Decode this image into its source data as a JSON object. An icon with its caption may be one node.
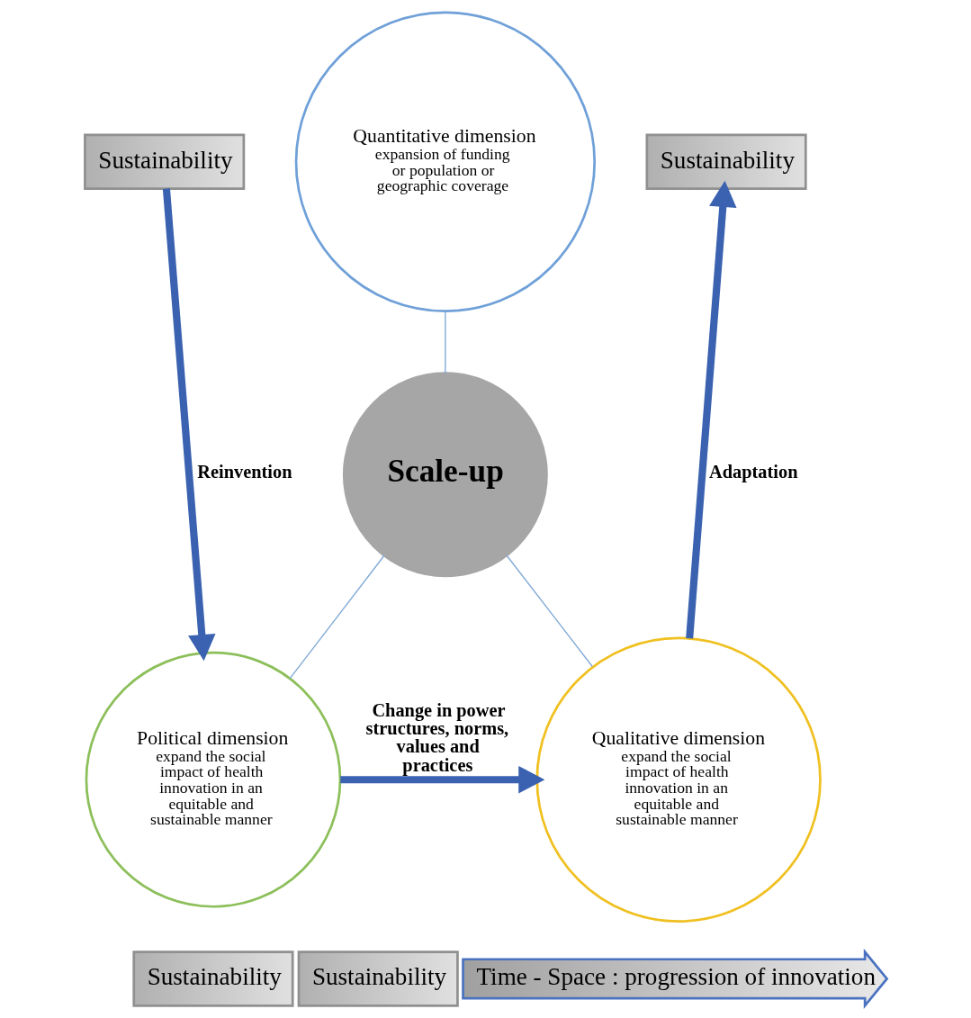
{
  "diagram": {
    "nodes": [
      {
        "text": [
          "Sustainability"
        ]
      },
      {
        "text": [
          "Quantitative dimension",
          "expansion of funding or population or geographic coverage"
        ]
      },
      {
        "text": [
          "Sustainability"
        ]
      },
      {
        "text": [
          "Scale-up"
        ]
      },
      {
        "text": [
          "Political dimension",
          "expand the social impact of health innovation in an equitable and sustainable manner"
        ]
      },
      {
        "text": [
          "Qualitative dimension",
          "expand the social impact of health innovation in an equitable and sustainable manner"
        ]
      },
      {
        "text": [
          "Sustainability"
        ]
      },
      {
        "text": [
          "Sustainability"
        ]
      },
      {
        "text": [
          "Time - Space : progression of innovation"
        ]
      }
    ],
    "edges": [
      {
        "from": 0,
        "to": 4,
        "arrow": "to",
        "label": "Reinvention",
        "style": "thick",
        "color": "#3a62b0"
      },
      {
        "from": 5,
        "to": 2,
        "arrow": "to",
        "label": "Adaptation",
        "style": "thick",
        "color": "#3a62b0"
      },
      {
        "from": 1,
        "to": 3,
        "arrow": "none",
        "color": "#7fa9d6"
      },
      {
        "from": 3,
        "to": 4,
        "arrow": "none",
        "color": "#7fa9d6"
      },
      {
        "from": 3,
        "to": 5,
        "arrow": "none",
        "color": "#7fa9d6"
      },
      {
        "from": 4,
        "to": 5,
        "arrow": "to",
        "label": "Change in power structures, norms, values and practices",
        "style": "thick",
        "color": "#3a62b0"
      }
    ]
  }
}
